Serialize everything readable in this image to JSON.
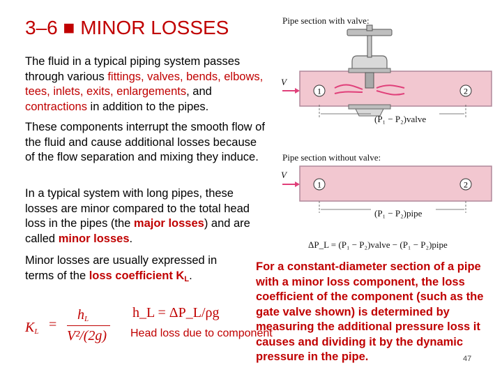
{
  "title": "3–6 ■ MINOR LOSSES",
  "p1": {
    "t1": "The fluid in a typical piping system passes through various ",
    "t2": "fittings, valves, bends, elbows, tees, inlets, exits, enlargements",
    "t3": ", and ",
    "t4": "contractions",
    "t5": " in addition to the pipes."
  },
  "p2": "These components interrupt the smooth flow of the fluid and cause additional losses because of the flow separation and mixing they induce.",
  "p3": {
    "t1": "In a typical system with long pipes, these losses are minor compared to the total head loss in the pipes (the ",
    "t2": "major losses",
    "t3": ") and are called ",
    "t4": "minor losses",
    "t5": "."
  },
  "p4": {
    "t1": "Minor losses are usually expressed in terms of the ",
    "t2": "loss coefficient K",
    "t2sub": "L",
    "t3": "."
  },
  "formula": {
    "lhs": "K",
    "lhs_sub": "L",
    "eq": "=",
    "num": "h",
    "num_sub": "L",
    "den": "V²/(2g)",
    "hl_eq": "h_L = ΔP_L/ρg"
  },
  "headloss_label": "Head loss due to component",
  "note": "For a constant-diameter section of a pipe with a minor loss component, the loss coefficient of the component (such as the gate valve shown) is determined by measuring the additional pressure loss it causes and dividing it by the dynamic pressure in the pipe.",
  "page_number": "47",
  "diagram": {
    "with_valve_label": "Pipe section with valve:",
    "without_valve_label": "Pipe section without valve:",
    "v_label": "V",
    "point1": "1",
    "point2": "2",
    "dp_valve": "(P₁ − P₂)valve",
    "dp_pipe": "(P₁ − P₂)pipe",
    "delta_eq": "ΔP_L = (P₁ − P₂)valve − (P₁ − P₂)pipe"
  },
  "colors": {
    "accent": "#c00000",
    "pipe": "#f2c7d0",
    "pipe_edge": "#b0899a",
    "arrow": "#e0407a"
  }
}
